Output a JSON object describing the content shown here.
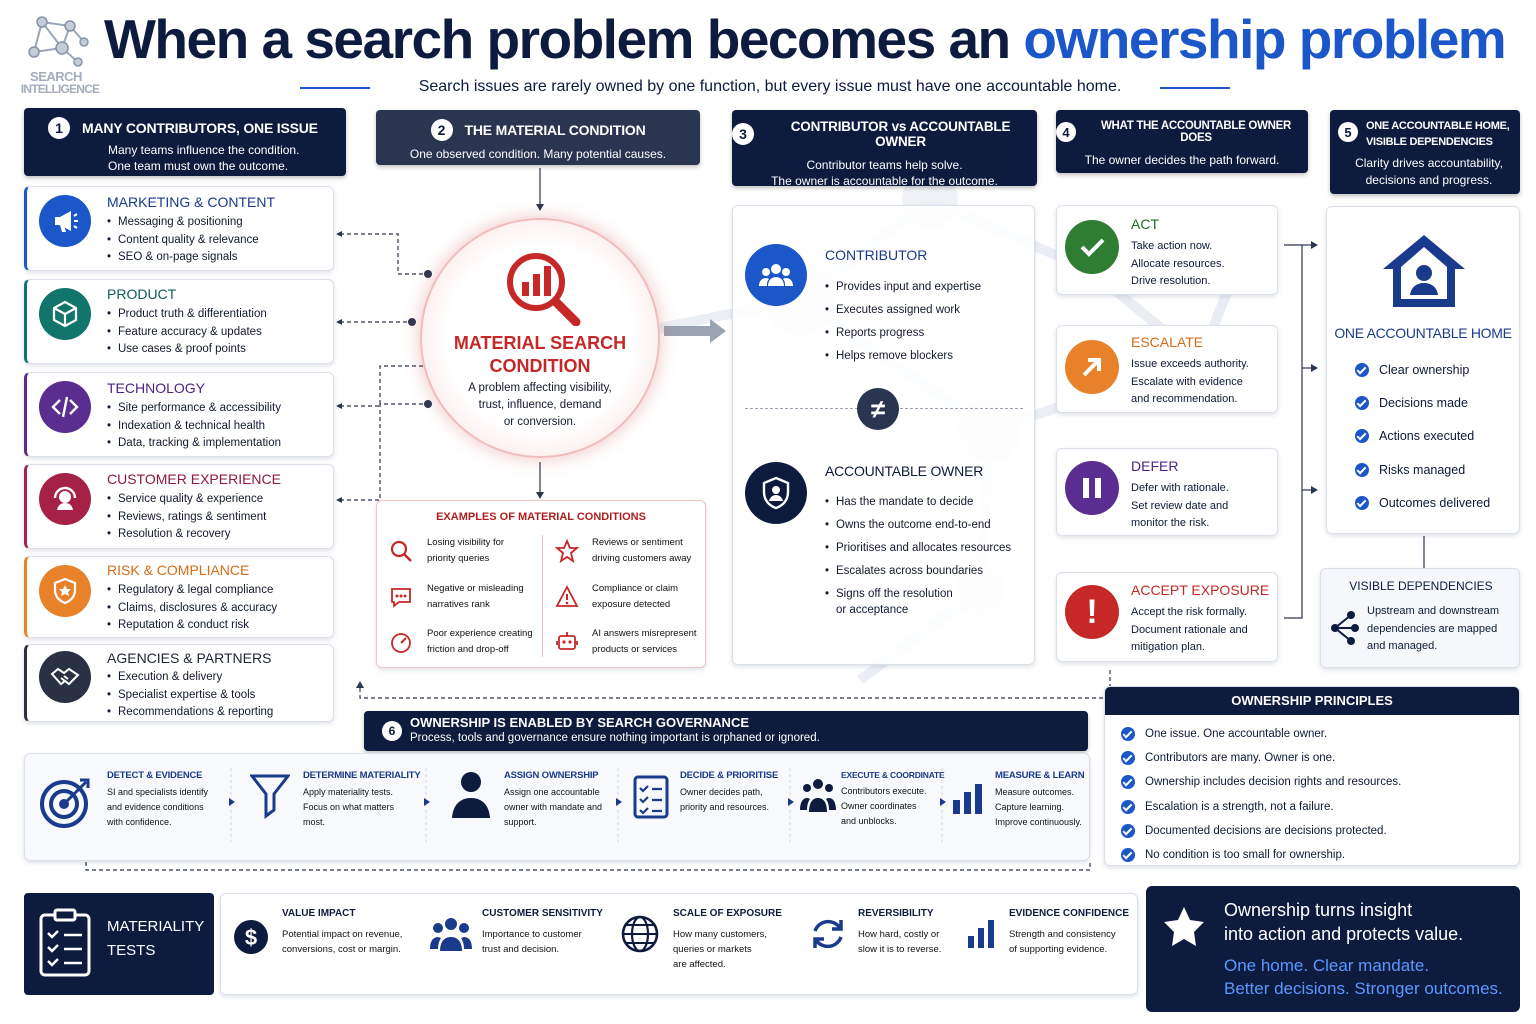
{
  "logo": {
    "line1": "SEARCH",
    "line2": "INTELLIGENCE"
  },
  "header": {
    "title_main": "When a search problem becomes an",
    "title_accent": "ownership problem",
    "subtitle": "Search issues are rarely owned by one function, but every issue must have one accountable home."
  },
  "s1": {
    "num": "1",
    "title": "MANY CONTRIBUTORS, ONE ISSUE",
    "sub1": "Many teams influence the condition.",
    "sub2": "One team must own the outcome."
  },
  "teams": [
    {
      "title": "MARKETING & CONTENT",
      "items": [
        "Messaging & positioning",
        "Content quality & relevance",
        "SEO & on-page signals"
      ]
    },
    {
      "title": "PRODUCT",
      "items": [
        "Product truth & differentiation",
        "Feature accuracy & updates",
        "Use cases & proof points"
      ]
    },
    {
      "title": "TECHNOLOGY",
      "items": [
        "Site performance & accessibility",
        "Indexation & technical health",
        "Data, tracking & implementation"
      ]
    },
    {
      "title": "CUSTOMER EXPERIENCE",
      "items": [
        "Service quality & experience",
        "Reviews, ratings & sentiment",
        "Resolution & recovery"
      ]
    },
    {
      "title": "RISK & COMPLIANCE",
      "items": [
        "Regulatory & legal compliance",
        "Claims, disclosures & accuracy",
        "Reputation & conduct risk"
      ]
    },
    {
      "title": "AGENCIES & PARTNERS",
      "items": [
        "Execution & delivery",
        "Specialist expertise & tools",
        "Recommendations & reporting"
      ]
    }
  ],
  "s2": {
    "num": "2",
    "title": "THE MATERIAL CONDITION",
    "sub": "One observed condition. Many potential causes."
  },
  "condition": {
    "title1": "MATERIAL SEARCH",
    "title2": "CONDITION",
    "desc1": "A problem affecting visibility,",
    "desc2": "trust, influence, demand",
    "desc3": "or conversion."
  },
  "examples": {
    "title": "EXAMPLES OF MATERIAL CONDITIONS",
    "items": [
      {
        "l1": "Losing visibility for",
        "l2": "priority queries"
      },
      {
        "l1": "Reviews or sentiment",
        "l2": "driving customers away"
      },
      {
        "l1": "Negative or misleading",
        "l2": "narratives rank"
      },
      {
        "l1": "Compliance or claim",
        "l2": "exposure detected"
      },
      {
        "l1": "Poor experience creating",
        "l2": "friction and drop-off"
      },
      {
        "l1": "AI answers misrepresent",
        "l2": "products or services"
      }
    ]
  },
  "s3": {
    "num": "3",
    "title": "CONTRIBUTOR vs ACCOUNTABLE OWNER",
    "sub1": "Contributor teams help solve.",
    "sub2": "The owner is accountable for the outcome."
  },
  "contributor": {
    "title": "CONTRIBUTOR",
    "items": [
      "Provides input and expertise",
      "Executes assigned work",
      "Reports progress",
      "Helps remove blockers"
    ]
  },
  "neq": "≠",
  "owner": {
    "title": "ACCOUNTABLE OWNER",
    "items": [
      "Has the mandate to decide",
      "Owns the outcome end-to-end",
      "Prioritises and allocates resources",
      "Escalates across boundaries",
      "Signs off the resolution"
    ],
    "last2": "or acceptance"
  },
  "s4": {
    "num": "4",
    "title": "WHAT THE ACCOUNTABLE OWNER DOES",
    "sub": "The owner decides the path forward."
  },
  "actions": [
    {
      "title": "ACT",
      "l1": "Take action now.",
      "l2": "Allocate resources.",
      "l3": "Drive resolution."
    },
    {
      "title": "ESCALATE",
      "l1": "Issue exceeds authority.",
      "l2": "Escalate with evidence",
      "l3": "and recommendation."
    },
    {
      "title": "DEFER",
      "l1": "Defer with rationale.",
      "l2": "Set review date and",
      "l3": "monitor the risk."
    },
    {
      "title": "ACCEPT EXPOSURE",
      "l1": "Accept the risk formally.",
      "l2": "Document rationale and",
      "l3": "mitigation plan."
    }
  ],
  "s5": {
    "num": "5",
    "title1": "ONE ACCOUNTABLE HOME,",
    "title2": "VISIBLE DEPENDENCIES",
    "sub1": "Clarity drives accountability,",
    "sub2": "decisions and progress."
  },
  "home": {
    "title": "ONE ACCOUNTABLE HOME",
    "items": [
      "Clear ownership",
      "Decisions made",
      "Actions executed",
      "Risks managed",
      "Outcomes delivered"
    ]
  },
  "deps": {
    "title": "VISIBLE DEPENDENCIES",
    "l1": "Upstream and downstream",
    "l2": "dependencies are mapped",
    "l3": "and managed."
  },
  "principles": {
    "title": "OWNERSHIP PRINCIPLES",
    "items": [
      "One issue. One accountable owner.",
      "Contributors are many. Owner is one.",
      "Ownership includes decision rights and resources.",
      "Escalation is a strength, not a failure.",
      "Documented decisions are decisions protected.",
      "No condition is too small for ownership."
    ]
  },
  "s6": {
    "num": "6",
    "title": "OWNERSHIP IS ENABLED BY SEARCH GOVERNANCE",
    "sub": "Process, tools and governance ensure nothing important is orphaned or ignored."
  },
  "steps": [
    {
      "title": "DETECT & EVIDENCE",
      "l1": "SI and specialists identify",
      "l2": "and evidence conditions",
      "l3": "with confidence."
    },
    {
      "title": "DETERMINE MATERIALITY",
      "l1": "Apply materiality tests.",
      "l2": "Focus on what matters",
      "l3": "most."
    },
    {
      "title": "ASSIGN OWNERSHIP",
      "l1": "Assign one accountable",
      "l2": "owner with mandate and",
      "l3": "support."
    },
    {
      "title": "DECIDE & PRIORITISE",
      "l1": "Owner decides path,",
      "l2": "priority and resources.",
      "l3": ""
    },
    {
      "title": "EXECUTE & COORDINATE",
      "l1": "Contributors execute.",
      "l2": "Owner coordinates",
      "l3": "and unblocks."
    },
    {
      "title": "MEASURE & LEARN",
      "l1": "Measure outcomes.",
      "l2": "Capture learning.",
      "l3": "Improve continuously."
    }
  ],
  "materiality": {
    "title1": "MATERIALITY",
    "title2": "TESTS",
    "tests": [
      {
        "title": "VALUE IMPACT",
        "l1": "Potential impact on revenue,",
        "l2": "conversions, cost or margin.",
        "l3": ""
      },
      {
        "title": "CUSTOMER SENSITIVITY",
        "l1": "Importance to customer",
        "l2": "trust and decision.",
        "l3": ""
      },
      {
        "title": "SCALE OF EXPOSURE",
        "l1": "How many customers,",
        "l2": "queries or markets",
        "l3": "are affected."
      },
      {
        "title": "REVERSIBILITY",
        "l1": "How hard, costly or",
        "l2": "slow it is to reverse.",
        "l3": ""
      },
      {
        "title": "EVIDENCE CONFIDENCE",
        "l1": "Strength and consistency",
        "l2": "of supporting evidence.",
        "l3": ""
      }
    ]
  },
  "callout": {
    "l1": "Ownership turns insight",
    "l2": "into action and protects value.",
    "l3": "One home. Clear mandate.",
    "l4": "Better decisions. Stronger outcomes."
  },
  "colors": {
    "navy": "#0d1b3e",
    "blue": "#1b57c8",
    "red": "#c62828",
    "orange": "#e8822a",
    "green": "#2e7d32",
    "purple": "#5a2d91"
  }
}
